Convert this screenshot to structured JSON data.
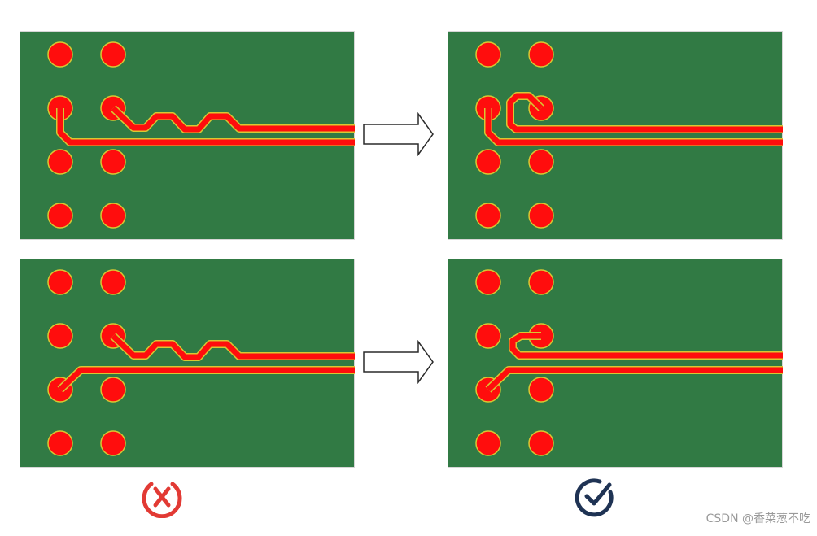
{
  "colors": {
    "board": "#317a44",
    "board_border": "#d6d6d6",
    "copper": "#ff0d0d",
    "copper_outline": "#d8c832",
    "arrow_stroke": "#2a2a2a",
    "wrong_mark": "#e23a34",
    "right_mark": "#1f3354",
    "watermark": "#9a9a9a"
  },
  "panels": [
    {
      "id": "top-left-bad",
      "verdict": "wrong"
    },
    {
      "id": "top-right-good",
      "verdict": "correct"
    },
    {
      "id": "bottom-left-bad",
      "verdict": "wrong"
    },
    {
      "id": "bottom-right-good",
      "verdict": "correct"
    }
  ],
  "icons": {
    "wrong": "circle-x-icon",
    "right": "circle-check-icon",
    "arrow": "right-arrow-icon"
  },
  "watermark": "CSDN @香菜葱不吃"
}
